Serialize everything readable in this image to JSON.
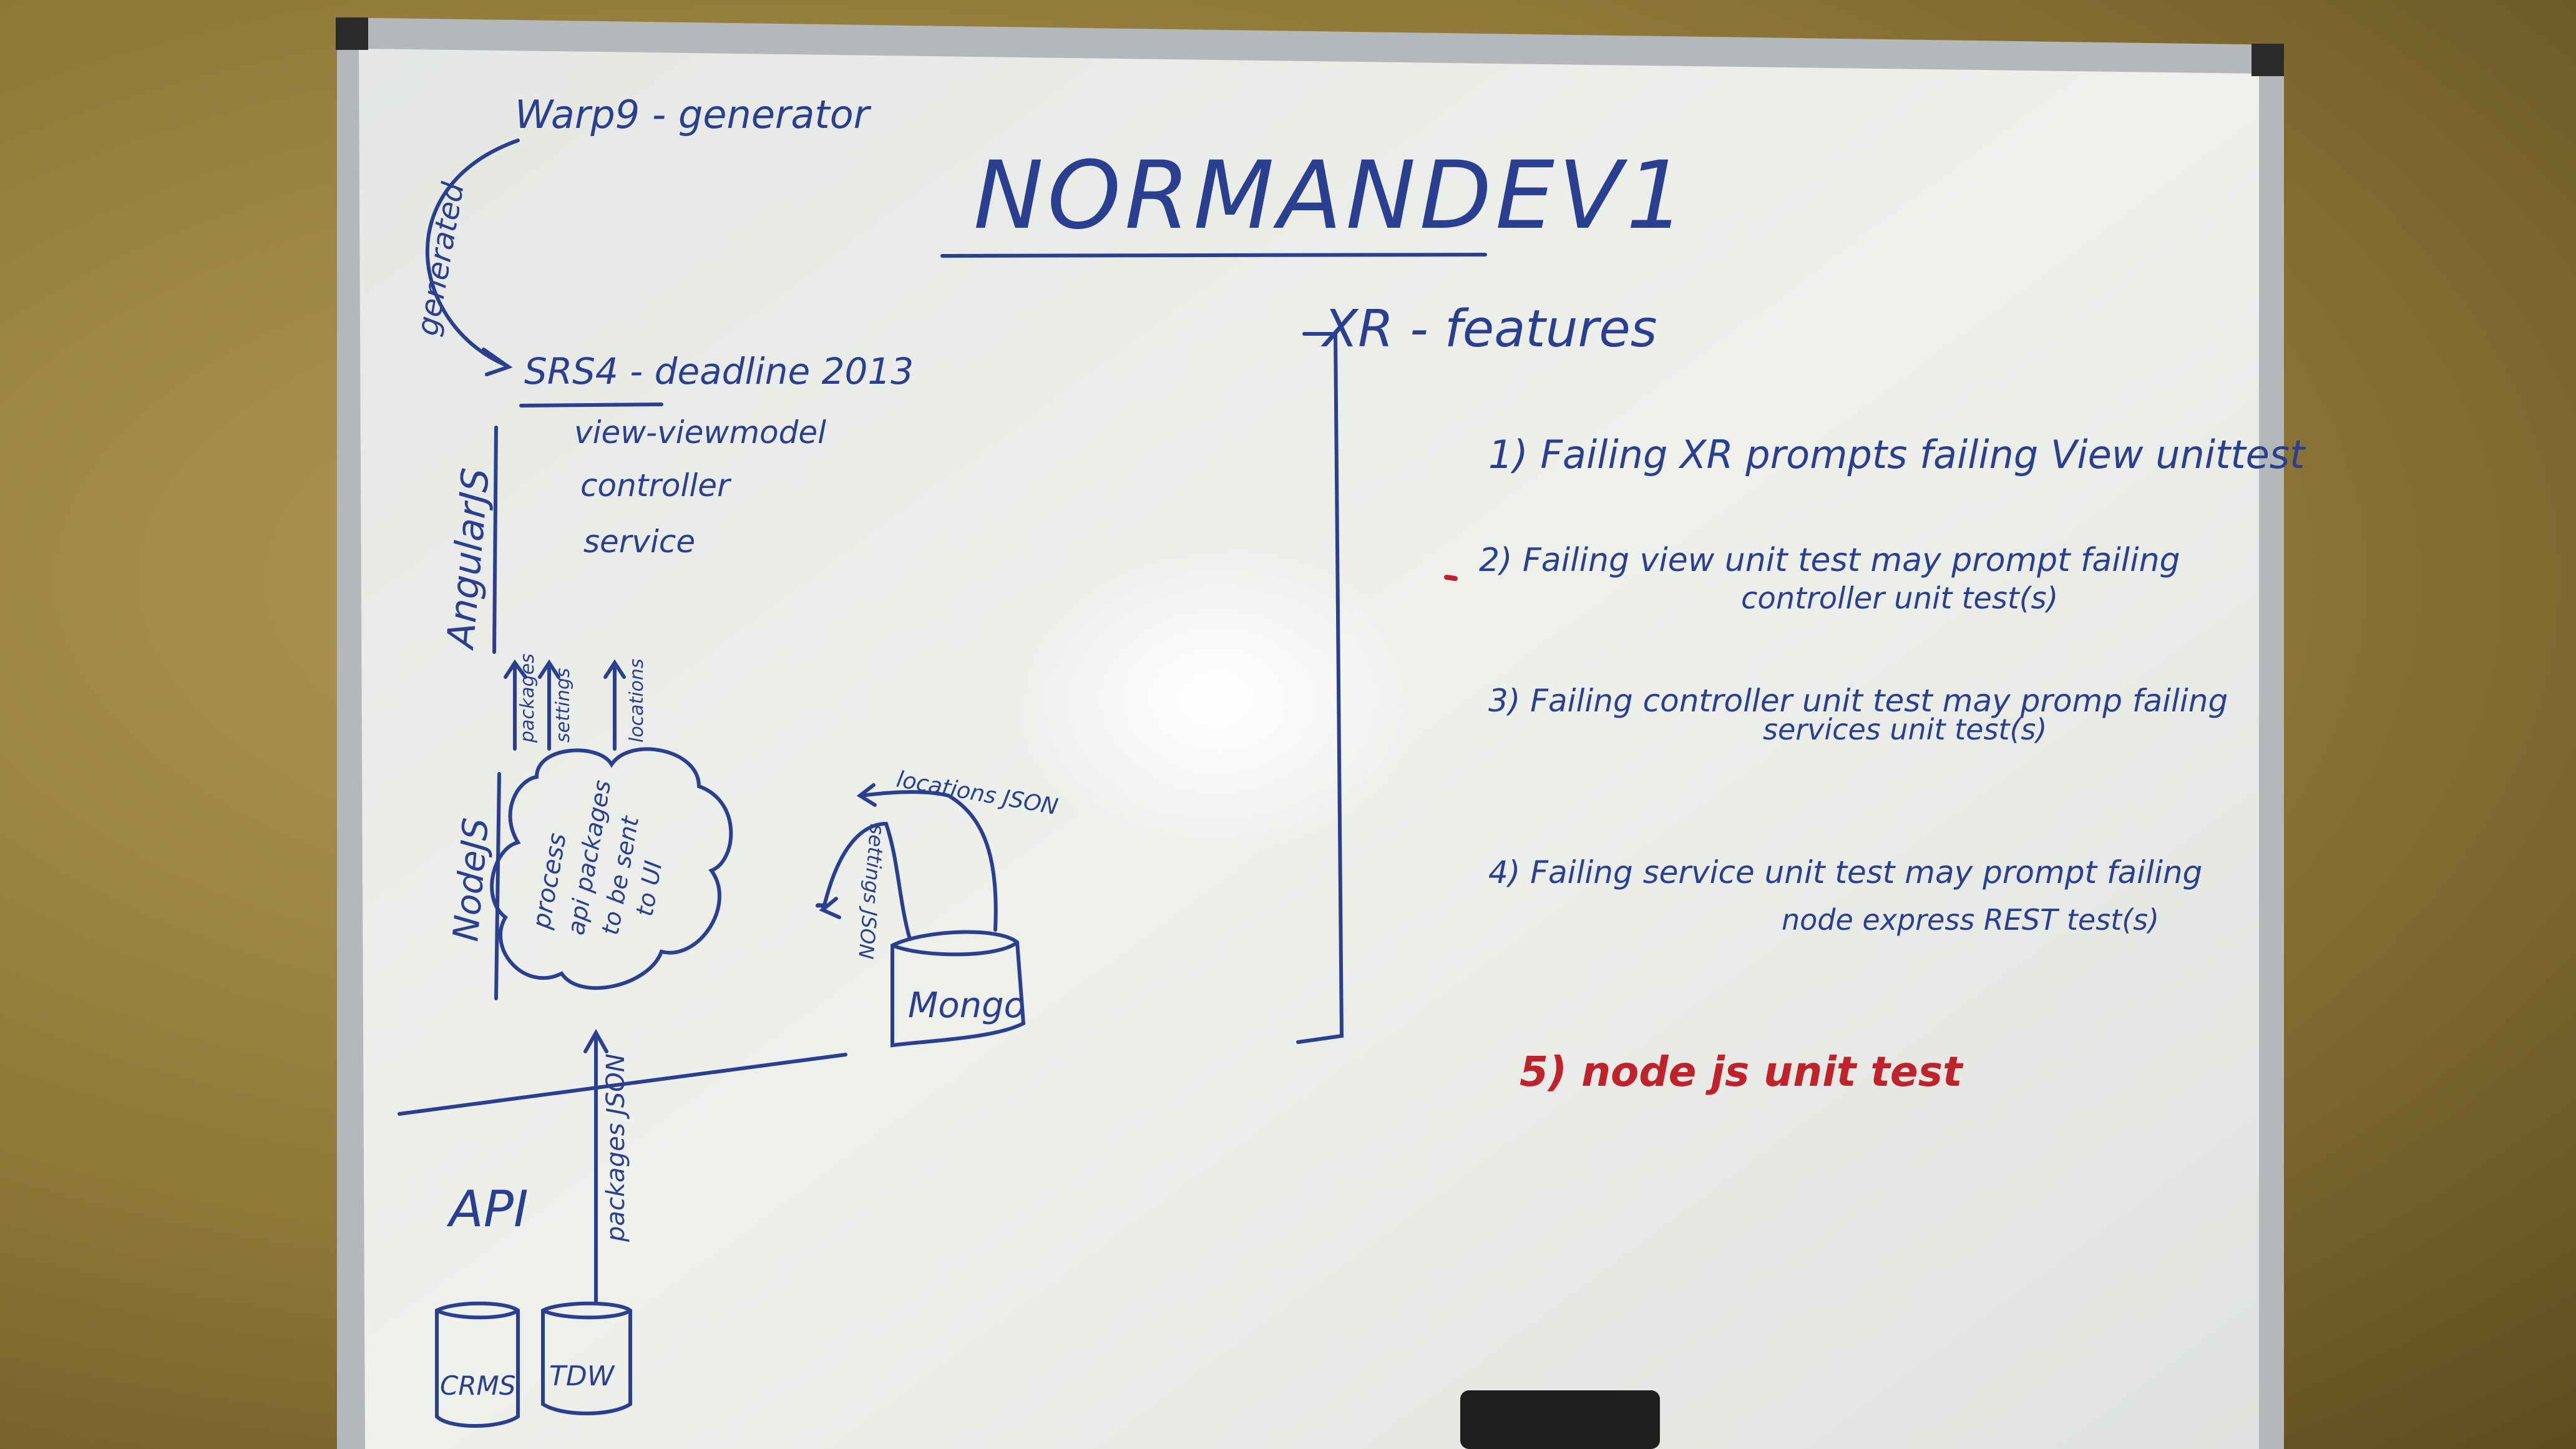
{
  "board": {
    "title": "NORMANDEV1",
    "generator": "Warp9 - generator",
    "generated_label": "generated",
    "srs": "SRS4 - deadline 2013",
    "angular_label": "AngularJS",
    "layers": [
      "view-viewmodel",
      "controller",
      "service"
    ],
    "arrow_labels": [
      "packages",
      "settings",
      "locations"
    ],
    "cloud_lines": [
      "process",
      "api packages",
      "to be sent",
      "to UI"
    ],
    "nodejs_label": "NodeJS",
    "mongo_label": "Mongo",
    "mongo_arrow_labels": [
      "settings JSON",
      "locations JSON"
    ],
    "api_label": "API",
    "packages_json": "packages JSON",
    "db_labels": [
      "CRMS",
      "TDW"
    ],
    "features_title": "XR - features",
    "feature_items": [
      {
        "line1": "1) Failing XR prompts failing View unittest",
        "line2": ""
      },
      {
        "line1": "2) Failing view unit test may prompt failing",
        "line2": "controller unit test(s)"
      },
      {
        "line1": "3) Failing controller unit test may promp failing",
        "line2": "services unit test(s)"
      },
      {
        "line1": "4) Failing service unit test may prompt failing",
        "line2": "node express REST test(s)"
      }
    ],
    "feature_red": "5) node js unit test"
  },
  "colors": {
    "ink_blue": "#2a3f8f",
    "ink_red": "#c0222c",
    "board": "#eceee9",
    "frame": "#b9bcbf"
  }
}
